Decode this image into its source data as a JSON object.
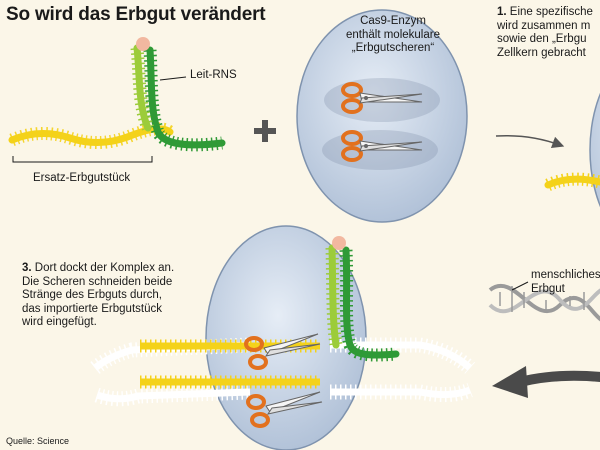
{
  "title": "So wird das Erbgut verändert",
  "labels": {
    "leit_rns": "Leit-RNS",
    "ersatz": "Ersatz-Erbgutstück",
    "cas9": [
      "Cas9-Enzym",
      "enthält molekulare",
      "„Erbgutscheren“"
    ],
    "menschliches": [
      "menschliches",
      "Erbgut"
    ],
    "plus": "+"
  },
  "steps": {
    "step1": {
      "num": "1.",
      "lines": [
        "Eine spezifische",
        "wird zusammen m",
        "sowie den „Erbgu",
        "Zellkern gebracht"
      ]
    },
    "step3": {
      "num": "3.",
      "lines": [
        "Dort dockt der Komplex an.",
        "Die Scheren schneiden beide",
        "Stränge des Erbguts durch,",
        "das importierte Erbgutstück",
        "wird eingefügt."
      ]
    }
  },
  "source": "Quelle: Science",
  "colors": {
    "background": "#fbf6e8",
    "yellow_strand": "#f4d21a",
    "green_dark": "#2f9a36",
    "green_light": "#9ccc3a",
    "cell": "#c9d5e6",
    "cell_edge": "#7f93ae",
    "scissors_handle": "#e2711e",
    "dna_white": "#ffffff",
    "arrow_gray": "#555555",
    "rna_tip": "#f2b8a0"
  }
}
